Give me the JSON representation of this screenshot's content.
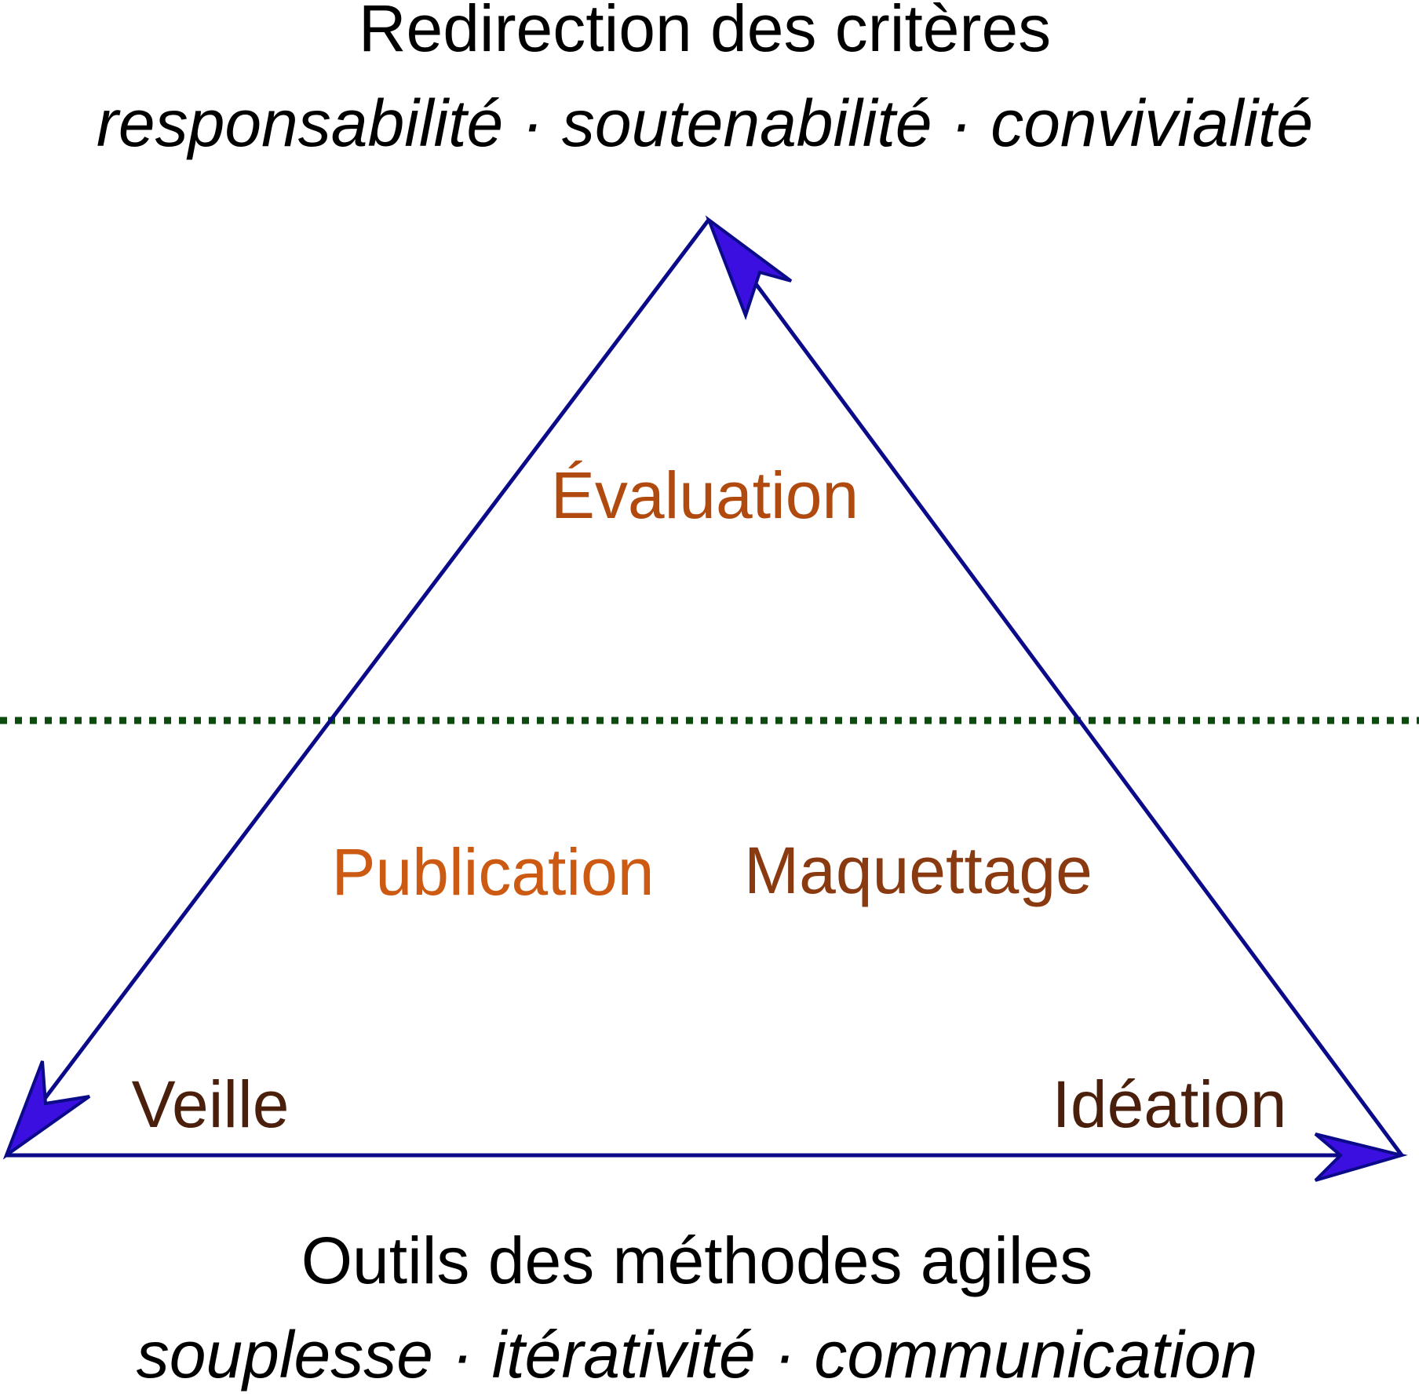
{
  "header": {
    "title": "Redirection des critères",
    "subtitle": "responsabilité · soutenabilité · convivialité"
  },
  "footer": {
    "title": "Outils des méthodes agiles",
    "subtitle": "souplesse · itérativité · communication"
  },
  "nodes": {
    "evaluation": {
      "label": "Évaluation",
      "color": "#B04A0E"
    },
    "publication": {
      "label": "Publication",
      "color": "#CC5A12"
    },
    "maquettage": {
      "label": "Maquettage",
      "color": "#8A3A10"
    },
    "veille": {
      "label": "Veille",
      "color": "#4A1F0C"
    },
    "ideation": {
      "label": "Idéation",
      "color": "#4A1F0C"
    }
  },
  "colors": {
    "arrow": "#0B0B8A",
    "arrowhead": "#3A0FE0",
    "divider": "#0D4A0D"
  }
}
